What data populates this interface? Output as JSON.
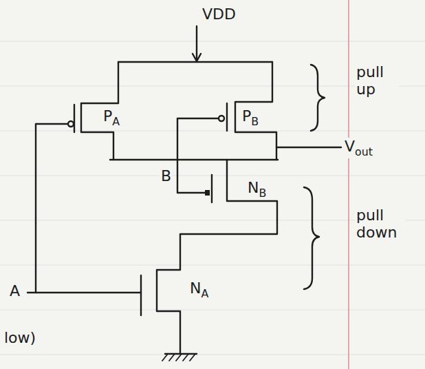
{
  "diagram": {
    "labels": [
      "VDD",
      "PA",
      "PB",
      "pull up",
      "Vout",
      "B",
      "NB",
      "pull down",
      "A",
      "NA",
      "low)"
    ]
  }
}
